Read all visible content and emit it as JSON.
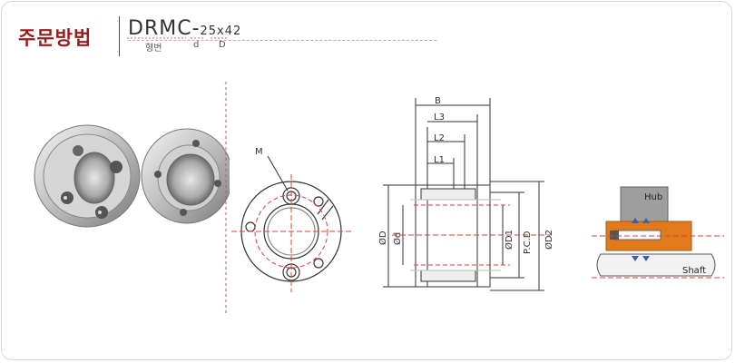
{
  "header": {
    "title": "주문방법",
    "model_code": "DRMC-",
    "size_code": "25x42",
    "captions": {
      "type": "형번",
      "d": "d",
      "D": "D"
    }
  },
  "front_view": {
    "m_label": "M"
  },
  "section_view": {
    "B": "B",
    "L3": "L3",
    "L2": "L2",
    "L1": "L1",
    "D": "ØD",
    "d": "Ød",
    "D1": "ØD1",
    "PCD": "P.C.D",
    "D2": "ØD2"
  },
  "install_view": {
    "hub_label": "Hub",
    "shaft_label": "Shaft"
  },
  "colors": {
    "brand": "#9b1b1b",
    "orange": "#e07a1a",
    "red_line": "#e03c3c",
    "blue_arrow": "#3e5fa8"
  }
}
